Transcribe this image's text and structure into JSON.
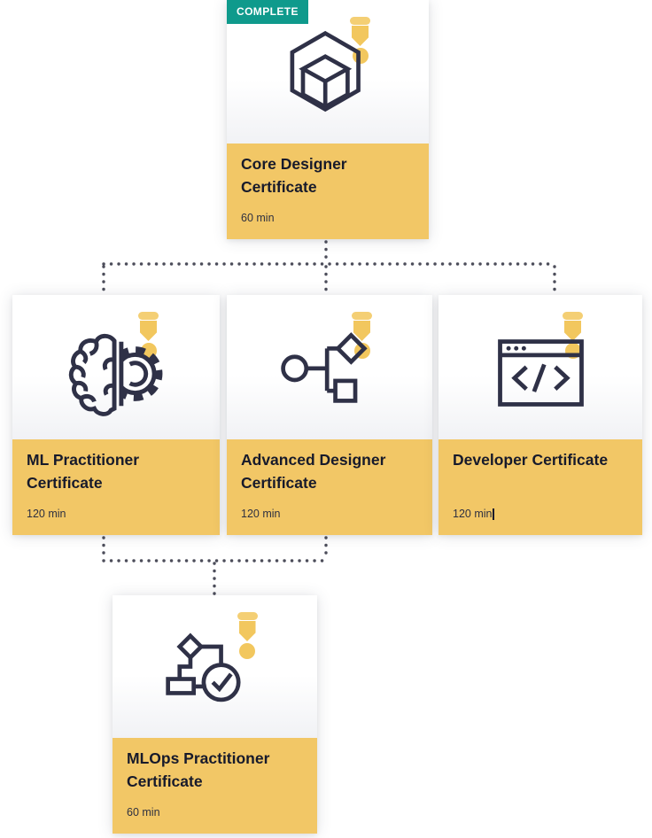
{
  "colors": {
    "accent_yellow": "#f2c766",
    "badge_teal": "#0f9a8c",
    "icon_navy": "#2f3147",
    "ribbon_yellow": "#f2c75e",
    "connector_dot": "#4c4d5a",
    "title_text": "#171a2b"
  },
  "cards": {
    "core": {
      "badge": "COMPLETE",
      "title": "Core Designer Certificate",
      "duration": "60 min",
      "icon": "cube-hexagon-icon"
    },
    "ml": {
      "title": "ML Practitioner Certificate",
      "duration": "120 min",
      "icon": "brain-gear-icon"
    },
    "adv": {
      "title": "Advanced Designer Certificate",
      "duration": "120 min",
      "icon": "flowchart-branch-icon"
    },
    "dev": {
      "title": "Developer Certificate",
      "duration": "120 min",
      "icon": "code-browser-icon"
    },
    "mlops": {
      "title": "MLOps Practitioner Certificate",
      "duration": "60 min",
      "icon": "flow-check-icon"
    }
  }
}
